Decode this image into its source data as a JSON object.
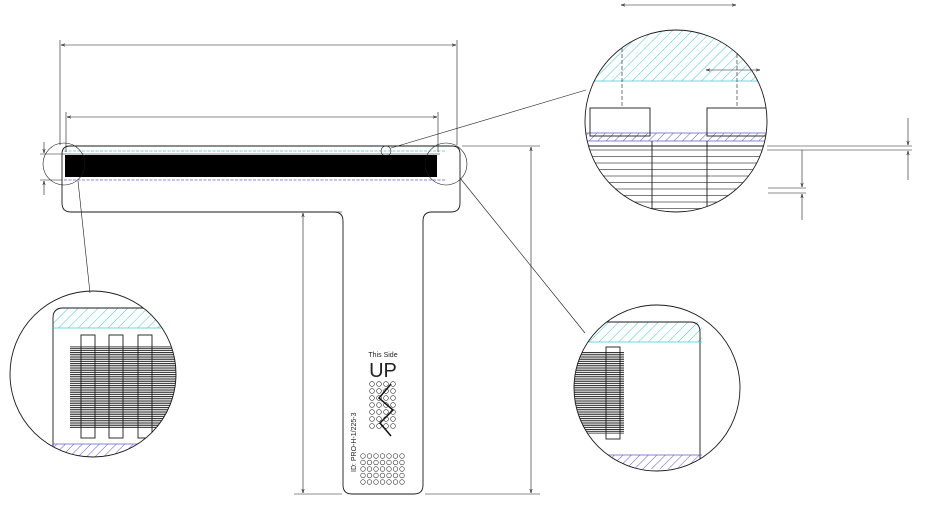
{
  "labels": {
    "orientation_small": "This Side",
    "orientation_large": "UP",
    "part_number": "ID: PRO-H-1/225-3"
  },
  "colors": {
    "outline": "#1a1a1a",
    "cyan_layer": "#49c7cf",
    "blue_layer": "#5e5ecc",
    "contacts": "#000000"
  }
}
